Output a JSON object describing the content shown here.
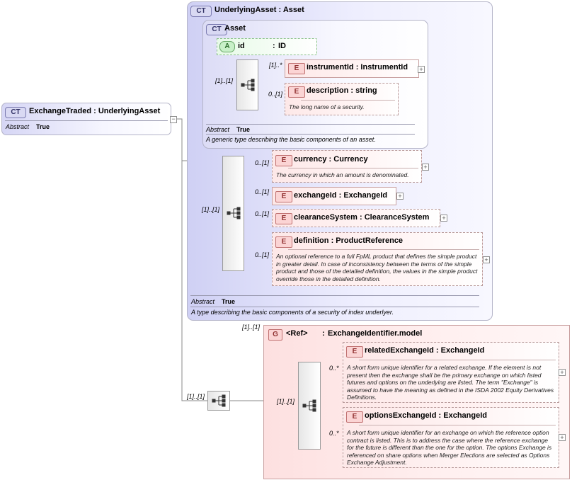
{
  "root": {
    "badge": "CT",
    "name": "ExchangeTraded",
    "sep": ":",
    "type": "UnderlyingAsset",
    "abstract_label": "Abstract",
    "abstract_value": "True"
  },
  "underlying_asset": {
    "badge": "CT",
    "name": "UnderlyingAsset",
    "sep": ":",
    "type": "Asset",
    "abstract_label": "Abstract",
    "abstract_value": "True",
    "doc": "A type describing the basic components of a security of index underlyer.",
    "sequence_card": "[1]..[1]"
  },
  "asset": {
    "badge": "CT",
    "name": "Asset",
    "abstract_label": "Abstract",
    "abstract_value": "True",
    "doc": "A generic type describing the basic components of an asset.",
    "sequence_card": "[1]..[1]",
    "attribute": {
      "badge": "A",
      "name": "id",
      "sep": ":",
      "type": "ID"
    }
  },
  "asset_elements": [
    {
      "badge": "E",
      "name": "instrumentId",
      "sep": ":",
      "type": "InstrumentId",
      "card": "[1]..*",
      "doc": ""
    },
    {
      "badge": "E",
      "name": "description",
      "sep": ":",
      "type": "string",
      "card": "0..[1]",
      "doc": "The long name of a security."
    }
  ],
  "underlying_elements": [
    {
      "badge": "E",
      "name": "currency",
      "sep": ":",
      "type": "Currency",
      "card": "0..[1]",
      "doc": "The currency in which an amount is denominated."
    },
    {
      "badge": "E",
      "name": "exchangeId",
      "sep": ":",
      "type": "ExchangeId",
      "card": "0..[1]",
      "doc": ""
    },
    {
      "badge": "E",
      "name": "clearanceSystem",
      "sep": ":",
      "type": "ClearanceSystem",
      "card": "0..[1]",
      "doc": ""
    },
    {
      "badge": "E",
      "name": "definition",
      "sep": ":",
      "type": "ProductReference",
      "card": "0..[1]",
      "doc": "An optional reference to a full FpML product that defines the simple product in greater detail. In case of inconsistency between the terms of the simple product and those of the detailed definition, the values in the simple product override those in the detailed definition."
    }
  ],
  "root_sequence_card": "[1]..[1]",
  "group": {
    "badge": "G",
    "ref": "<Ref>",
    "sep": ":",
    "name": "ExchangeIdentifier.model",
    "card": "[1]..[1]",
    "sequence_card": "[1]..[1]",
    "elements": [
      {
        "badge": "E",
        "name": "relatedExchangeId",
        "sep": ":",
        "type": "ExchangeId",
        "card": "0..*",
        "doc": "A short form unique identifier for a related exchange. If the element is not present then the exchange shall be the primary exchange on which listed futures and options on the underlying are listed. The term \"Exchange\" is assumed to have the meaning as defined in the ISDA 2002 Equity Derivatives Definitions."
      },
      {
        "badge": "E",
        "name": "optionsExchangeId",
        "sep": ":",
        "type": "ExchangeId",
        "card": "0..*",
        "doc": "A short form unique identifier for an exchange on which the reference option contract is listed. This is to address the case where the reference exchange for the future is different than the one for the option. The options Exchange is referenced on share options when Merger Elections are selected as Options Exchange Adjustment."
      }
    ]
  },
  "icons": {
    "expand": "plus-icon",
    "collapse": "minus-icon",
    "sequence": "sequence-icon"
  },
  "colors": {
    "complex_type": "#d6d6f5",
    "element": "#fde8e8",
    "attribute": "#c8f0c8",
    "group": "#fde0e0"
  }
}
